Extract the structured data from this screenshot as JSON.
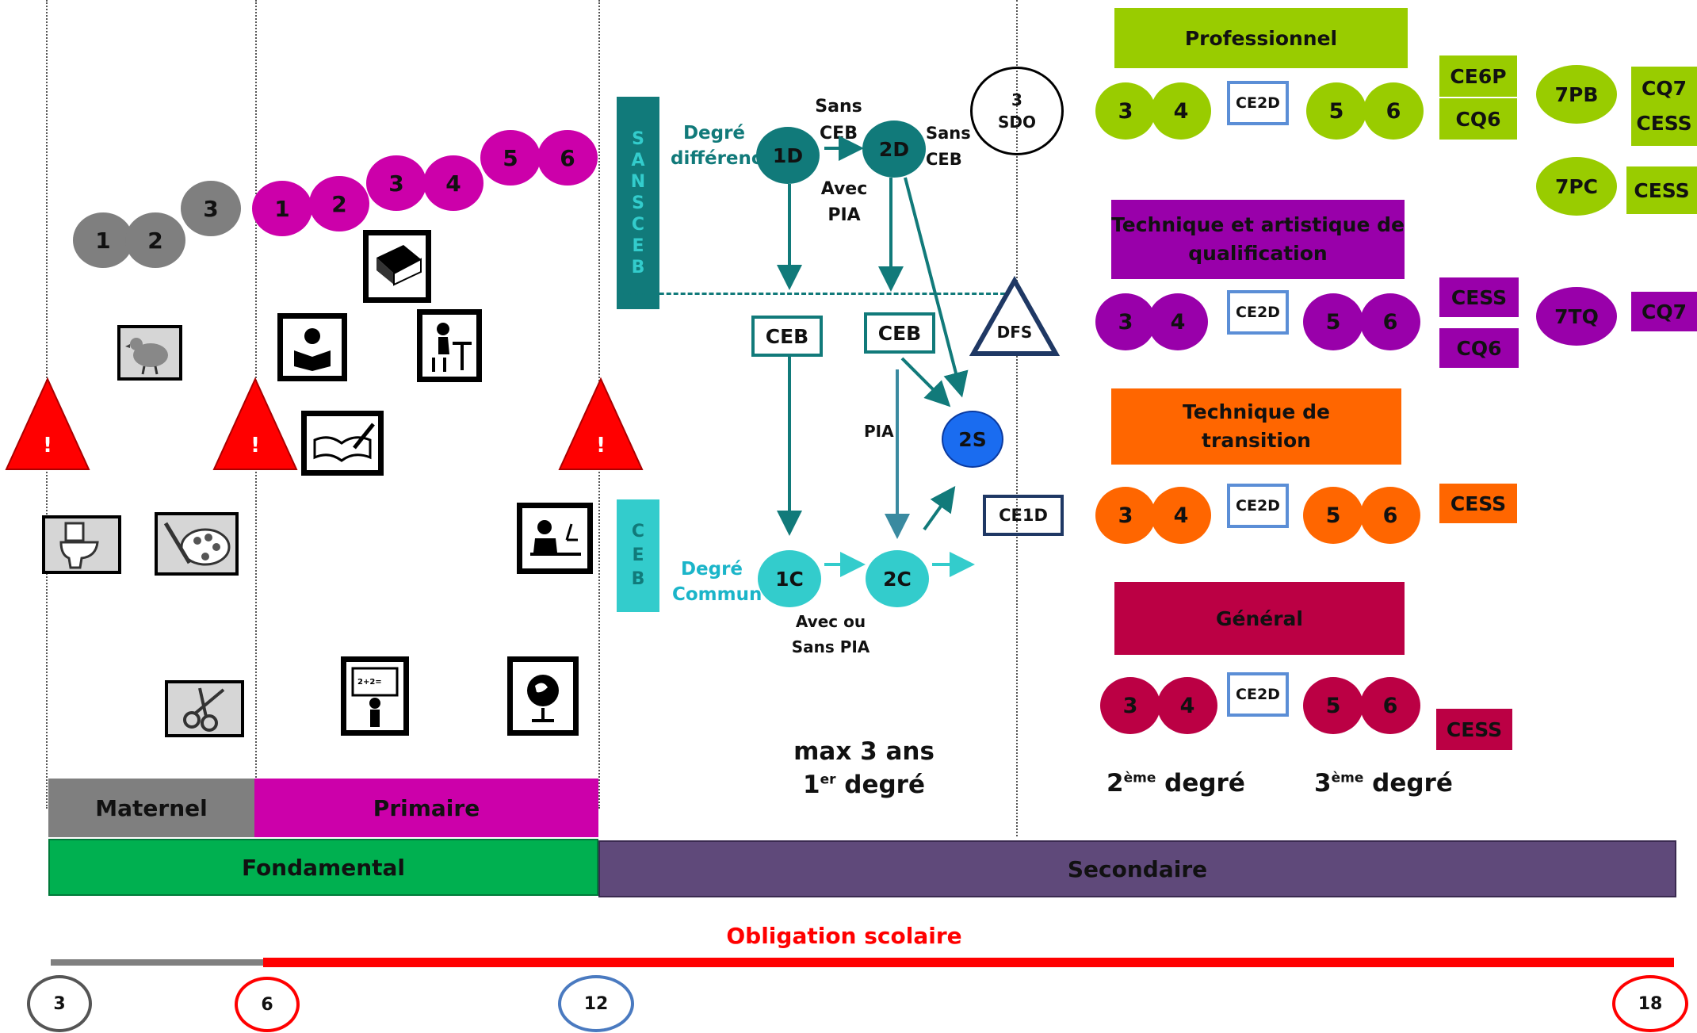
{
  "maternel": {
    "label": "Maternel",
    "steps": [
      "1",
      "2",
      "3"
    ]
  },
  "primaire": {
    "label": "Primaire",
    "steps": [
      "1",
      "2",
      "3",
      "4",
      "5",
      "6"
    ]
  },
  "fondamental": {
    "label": "Fondamental"
  },
  "secondaire": {
    "label": "Secondaire"
  },
  "obligation": {
    "label": "Obligation scolaire"
  },
  "ages": [
    "3",
    "6",
    "12",
    "18"
  ],
  "warning_symbol": "!",
  "premier": {
    "sans_ceb_vertical": "S A N S C E B",
    "ceb_vertical": "C E B",
    "degre_diff": "Degré différencié",
    "degre_commun_1": "Degré",
    "degre_commun_2": "Commun",
    "n1d": "1D",
    "n2d": "2D",
    "n1c": "1C",
    "n2c": "2C",
    "n2s": "2S",
    "sans_ceb_a_1": "Sans",
    "sans_ceb_a_2": "CEB",
    "sans_ceb_b_1": "Sans",
    "sans_ceb_b_2": "CEB",
    "avec_pia_1": "Avec",
    "avec_pia_2": "PIA",
    "ceb1": "CEB",
    "ceb2": "CEB",
    "pia": "PIA",
    "avec_ou_1": "Avec ou",
    "avec_ou_2": "Sans PIA",
    "ce1d": "CE1D",
    "dfs": "DFS",
    "sdo_1": "3",
    "sdo_2": "SDO",
    "max_1": "max 3 ans",
    "max_2_num": "1",
    "max_2_sup": "er",
    "max_2_word": "degré"
  },
  "second": {
    "deg2_num": "2",
    "deg2_sup": "ème",
    "deg2_word": "degré",
    "deg3_num": "3",
    "deg3_sup": "ème",
    "deg3_word": "degré",
    "ce2d": "CE2D",
    "professionnel": {
      "title": "Professionnel",
      "y3": "3",
      "y4": "4",
      "y5": "5",
      "y6": "6",
      "ce6p": "CE6P",
      "cq6": "CQ6",
      "p7pb": "7PB",
      "p7pc": "7PC",
      "cq7": "CQ7",
      "cess1": "CESS",
      "cess2": "CESS"
    },
    "tq": {
      "title_1": "Technique et artistique de",
      "title_2": "qualification",
      "y3": "3",
      "y4": "4",
      "y5": "5",
      "y6": "6",
      "cess": "CESS",
      "cq6": "CQ6",
      "t7tq": "7TQ",
      "cq7": "CQ7"
    },
    "tt": {
      "title_1": "Technique de",
      "title_2": "transition",
      "y3": "3",
      "y4": "4",
      "y5": "5",
      "y6": "6",
      "cess": "CESS"
    },
    "gen": {
      "title": "Général",
      "y3": "3",
      "y4": "4",
      "y5": "5",
      "y6": "6",
      "cess": "CESS"
    }
  },
  "colors": {
    "maternel": "#7f7f7f",
    "primaire": "#cc00aa",
    "fondamental": "#00b050",
    "secondaire": "#5f497a",
    "teal_dark": "#117a7a",
    "teal_light": "#33cccc",
    "prof": "#99cc00",
    "tq": "#9900aa",
    "tt": "#ff6600",
    "gen": "#bb0044",
    "red": "#ff0000",
    "navy": "#1f3864"
  },
  "icons": [
    "hen-icon",
    "toilet-icon",
    "palette-icon",
    "scissors-icon",
    "book-icon",
    "reading-child-icon",
    "writing-child-icon",
    "open-book-icon",
    "blackboard-icon",
    "study-desk-icon",
    "globe-icon"
  ]
}
